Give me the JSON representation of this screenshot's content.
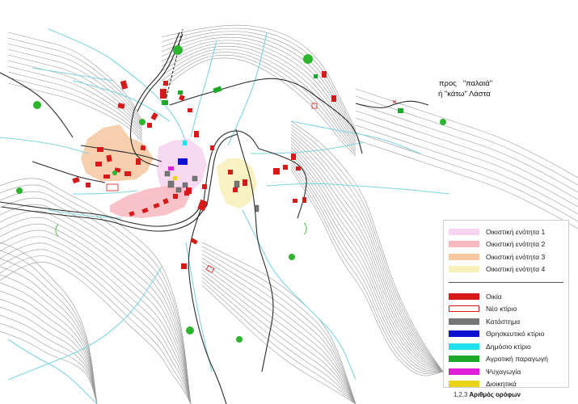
{
  "annotation": {
    "line1": "προς   \"παλαιά\"",
    "line2": "ή \"κάτω\" Λάστα"
  },
  "colors": {
    "contour": "#9a9a9a",
    "stream": "#7fd6df",
    "road": "#2a2a2a",
    "tree": "#2db52d"
  },
  "legend": {
    "zones": [
      {
        "label": "Οικιστική ενότητα 1",
        "color": "#f6d4f0"
      },
      {
        "label": "Οικιστική ενότητα 2",
        "color": "#f7b9be"
      },
      {
        "label": "Οικιστική ενότητα 3",
        "color": "#f5c8a0"
      },
      {
        "label": "Οικιστική ενότητα 4",
        "color": "#f7f0b8"
      }
    ],
    "uses": [
      {
        "label": "Οικία",
        "color": "#d61a1a",
        "style": "fill"
      },
      {
        "label": "Νέο κτίριο",
        "color": "#d61a1a",
        "style": "outline"
      },
      {
        "label": "Κατάστημα",
        "color": "#777777",
        "style": "fill"
      },
      {
        "label": "Θρησκευτικό κτίριο",
        "color": "#1010d0",
        "style": "fill"
      },
      {
        "label": "Δημόσιο κτίριο",
        "color": "#22e0ee",
        "style": "fill"
      },
      {
        "label": "Αγροτική παραγωγή",
        "color": "#1ea82a",
        "style": "fill"
      },
      {
        "label": "Ψυχαγωγία",
        "color": "#e020d8",
        "style": "fill"
      },
      {
        "label": "Διοικητικά",
        "color": "#e8d21a",
        "style": "fill"
      }
    ],
    "floors_numbers": "1,2,3",
    "floors_label": "Αριθμός ορόφων"
  }
}
